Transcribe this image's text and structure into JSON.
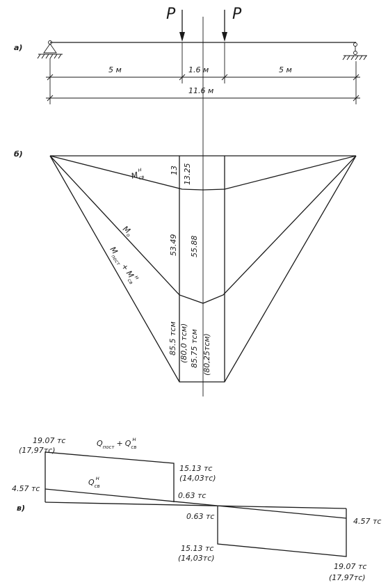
{
  "part_a": {
    "label": "а)",
    "load_left": "P",
    "load_right": "P",
    "dims": {
      "left": "5 м",
      "middle": "1.6 м",
      "right": "5 м",
      "total": "11.6 м"
    }
  },
  "part_b": {
    "label": "б)",
    "curve_msv": {
      "main": "M",
      "sub": "св",
      "sup": "н"
    },
    "curve_mo": {
      "main": "M",
      "sub": "о"
    },
    "curve_sum": {
      "main": "M",
      "sub": "пост",
      "plus": "+",
      "main2": "M",
      "sub2": "св",
      "sup2": "н"
    },
    "values": {
      "v13": "13",
      "v1325": "13.25",
      "v5349": "53.49",
      "v5588": "55.88",
      "v855": "85.5 тсм",
      "v80": "(80,0 тсм)",
      "v8575": "85.75 тсм",
      "v8025": "(80,25тсм)"
    }
  },
  "part_c": {
    "label": "в)",
    "q_sum": {
      "main": "Q",
      "sub": "пост",
      "plus": "+",
      "main2": "Q",
      "sub2": "св",
      "sup2": "н"
    },
    "q_sv": {
      "main": "Q",
      "sub": "св",
      "sup": "н"
    },
    "values": {
      "l1907": "19.07 тс",
      "l1797": "(17,97тс)",
      "l457": "4.57 тс",
      "m1513": "15.13 тс",
      "m1403": "(14,03тс)",
      "m063a": "0.63 тс",
      "m063b": "0.63 тс",
      "r457": "4.57 тс",
      "b1513": "15.13 тс",
      "b1403": "(14,03тс)",
      "r1907": "19.07 тс",
      "r1797": "(17,97тс)"
    }
  }
}
